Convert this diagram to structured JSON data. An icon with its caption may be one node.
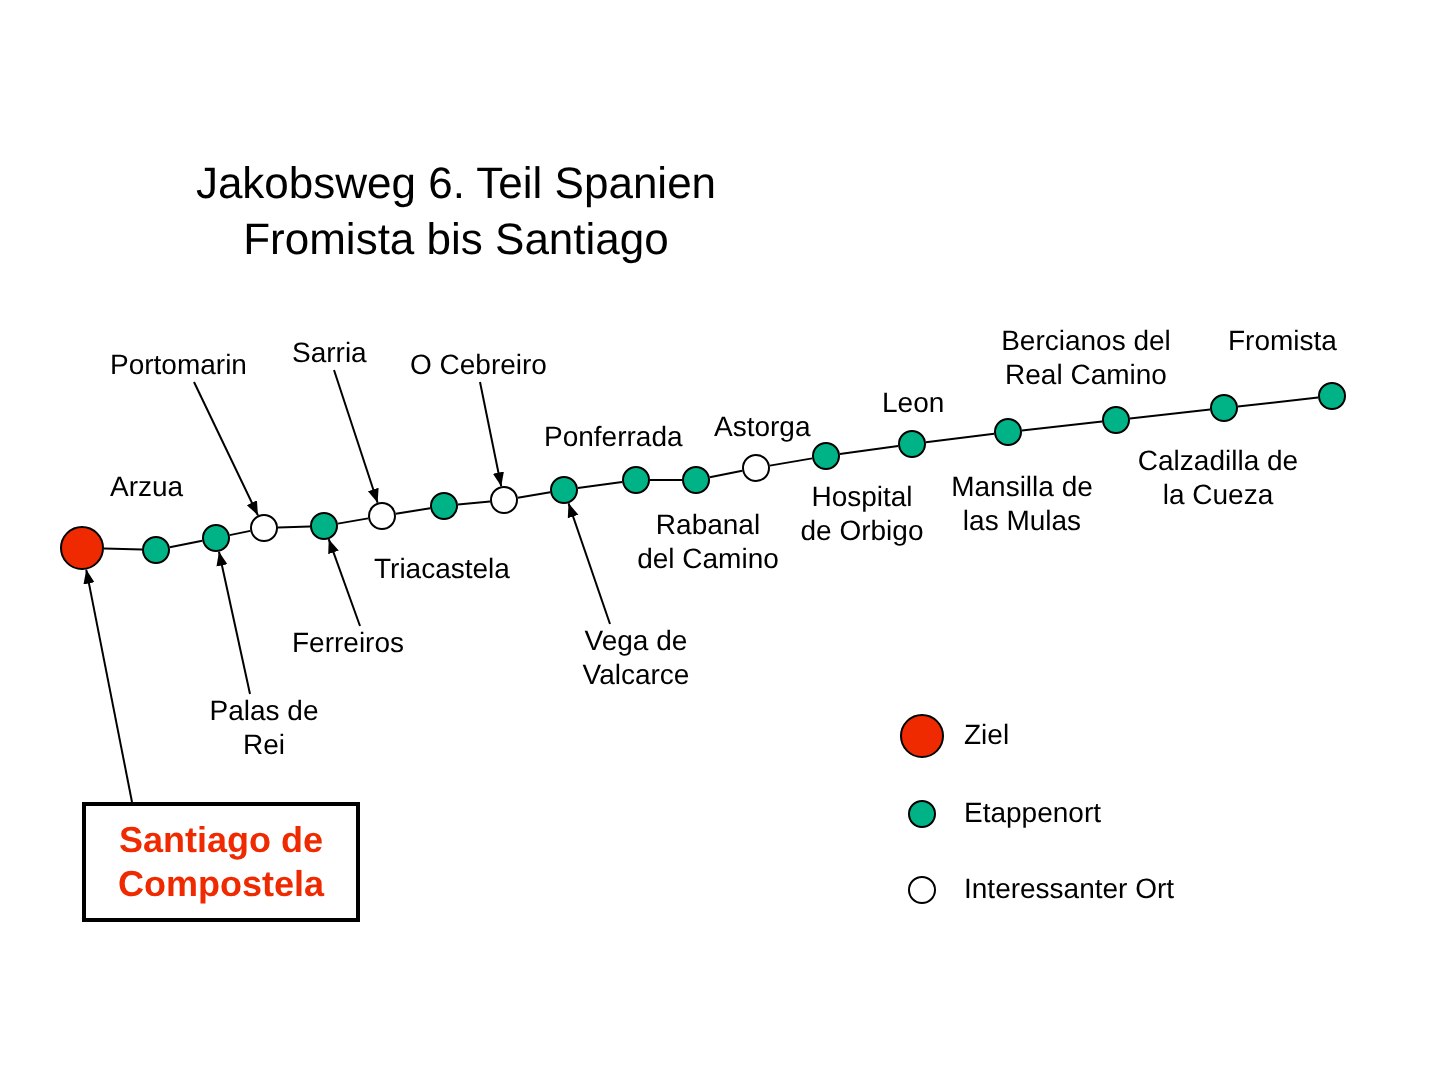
{
  "diagram": {
    "title": "Jakobsweg 6. Teil Spanien Fromista bis Santiago",
    "nodes": [
      {
        "text": [
          "Santiago de Compostela"
        ]
      },
      {
        "text": [],
        "shape": "circle"
      },
      {
        "text": [],
        "shape": "circle"
      },
      {
        "text": [],
        "shape": "circle"
      },
      {
        "text": [],
        "shape": "circle"
      },
      {
        "text": [],
        "shape": "circle"
      },
      {
        "text": [],
        "shape": "circle"
      },
      {
        "text": [],
        "shape": "circle"
      },
      {
        "text": [],
        "shape": "circle"
      },
      {
        "text": [],
        "shape": "circle"
      },
      {
        "text": [],
        "shape": "circle"
      },
      {
        "text": [],
        "shape": "circle"
      },
      {
        "text": [],
        "shape": "circle"
      },
      {
        "text": [],
        "shape": "circle"
      },
      {
        "text": [],
        "shape": "circle"
      },
      {
        "text": [],
        "shape": "circle"
      },
      {
        "text": [],
        "shape": "circle"
      },
      {
        "text": [],
        "shape": "circle"
      },
      {
        "text": [],
        "shape": "circle"
      },
      {
        "text": [
          "Portomarin"
        ]
      },
      {
        "text": [
          "Sarria"
        ]
      },
      {
        "text": [
          "O Cebreiro"
        ]
      },
      {
        "text": [
          "Ferreiros"
        ]
      },
      {
        "text": [
          "Palas de Rei"
        ]
      },
      {
        "text": [
          "Vega de Valcarce"
        ]
      }
    ],
    "edges": [
      {
        "from": 1,
        "to": 2,
        "arrow": "none"
      },
      {
        "from": 2,
        "to": 3,
        "arrow": "none"
      },
      {
        "from": 3,
        "to": 4,
        "arrow": "none"
      },
      {
        "from": 4,
        "to": 5,
        "arrow": "none"
      },
      {
        "from": 5,
        "to": 6,
        "arrow": "none"
      },
      {
        "from": 6,
        "to": 7,
        "arrow": "none"
      },
      {
        "from": 7,
        "to": 8,
        "arrow": "none"
      },
      {
        "from": 8,
        "to": 9,
        "arrow": "none"
      },
      {
        "from": 9,
        "to": 10,
        "arrow": "none"
      },
      {
        "from": 10,
        "to": 11,
        "arrow": "none"
      },
      {
        "from": 11,
        "to": 12,
        "arrow": "none"
      },
      {
        "from": 12,
        "to": 13,
        "arrow": "none"
      },
      {
        "from": 13,
        "to": 14,
        "arrow": "none"
      },
      {
        "from": 14,
        "to": 15,
        "arrow": "none"
      },
      {
        "from": 15,
        "to": 16,
        "arrow": "none"
      },
      {
        "from": 16,
        "to": 17,
        "arrow": "none"
      },
      {
        "from": 17,
        "to": 18,
        "arrow": "none"
      },
      {
        "from": 0,
        "to": 1,
        "arrow": "to"
      },
      {
        "from": 19,
        "to": 4,
        "arrow": "to"
      },
      {
        "from": 20,
        "to": 6,
        "arrow": "to"
      },
      {
        "from": 21,
        "to": 8,
        "arrow": "to"
      },
      {
        "from": 22,
        "to": 5,
        "arrow": "to"
      },
      {
        "from": 23,
        "to": 3,
        "arrow": "to"
      },
      {
        "from": 24,
        "to": 9,
        "arrow": "to"
      }
    ],
    "labels": [
      "Arzua",
      "Triacastela",
      "Ponferrada",
      "Rabanal del Camino",
      "Astorga",
      "Hospital de Orbigo",
      "Leon",
      "Mansilla de las Mulas",
      "Bercianos del Real Camino",
      "Calzadilla de la Cueza",
      "Fromista"
    ],
    "legend": [
      {
        "text": "Ziel",
        "color": "#f02a00"
      },
      {
        "text": "Etappenort",
        "color": "#00b386"
      },
      {
        "text": "Interessanter Ort",
        "color": "#ffffff"
      }
    ]
  }
}
